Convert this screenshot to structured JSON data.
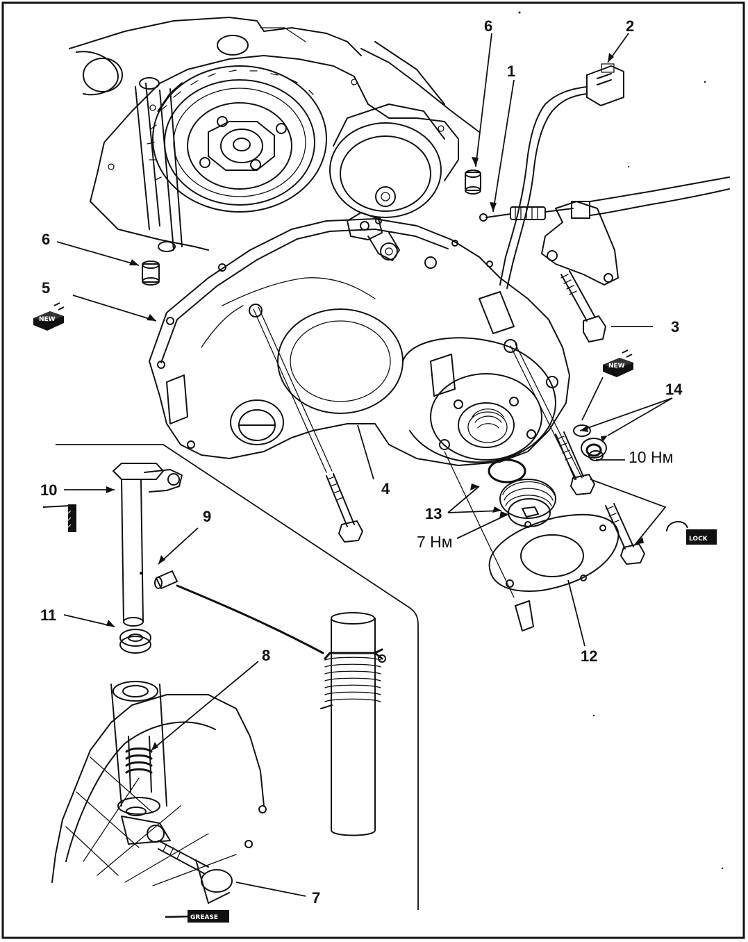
{
  "callouts": [
    {
      "id": "c1",
      "text": "1"
    },
    {
      "id": "c2",
      "text": "2"
    },
    {
      "id": "c3",
      "text": "3"
    },
    {
      "id": "c4",
      "text": "4"
    },
    {
      "id": "c5",
      "text": "5"
    },
    {
      "id": "c6a",
      "text": "6"
    },
    {
      "id": "c6b",
      "text": "6"
    },
    {
      "id": "c7",
      "text": "7"
    },
    {
      "id": "c8",
      "text": "8"
    },
    {
      "id": "c9",
      "text": "9"
    },
    {
      "id": "c10",
      "text": "10"
    },
    {
      "id": "c11",
      "text": "11"
    },
    {
      "id": "c12",
      "text": "12"
    },
    {
      "id": "c13",
      "text": "13"
    },
    {
      "id": "c14",
      "text": "14"
    }
  ],
  "torques": [
    {
      "id": "t10",
      "text": "10 Нм"
    },
    {
      "id": "t7",
      "text": "7 Нм"
    }
  ],
  "badges": {
    "new": "NEW",
    "lock": "LOCK",
    "grease": "GREASE"
  }
}
